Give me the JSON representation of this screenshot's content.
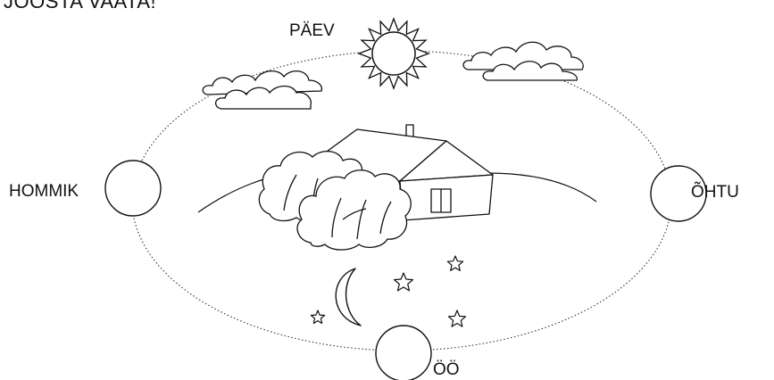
{
  "title": "JOOSTA VAATA!",
  "labels": {
    "morning": "HOMMIK",
    "day": "PÄEV",
    "evening": "ÕHTU",
    "night": "ÖÖ"
  },
  "colors": {
    "line": "#111111",
    "background": "#ffffff"
  },
  "icons": [
    "sun-icon",
    "cloud-icon",
    "house-icon",
    "bush-icon",
    "moon-icon",
    "star-icon"
  ]
}
